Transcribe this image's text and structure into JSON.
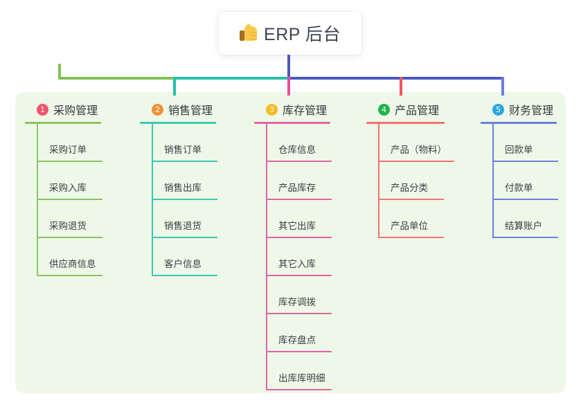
{
  "header": {
    "icon": "thumbs-up-icon",
    "title": "ERP 后台"
  },
  "panel": {
    "background_color": "#eef8e8"
  },
  "connector_colors": {
    "trunk": "#4c56c0",
    "bus_left": "#82c157",
    "bus_mid": "#26c2a8",
    "bus_right": "#4c56c0",
    "drop_1": "#82c157",
    "drop_2": "#26c2a8",
    "drop_3": "#ea4d9b",
    "drop_4": "#f0555a",
    "drop_5": "#6b7fdc"
  },
  "columns": [
    {
      "number": "1",
      "badge_color": "#f4536b",
      "line_color": "#8cc265",
      "title": "采购管理",
      "items": [
        {
          "label": "采购订单"
        },
        {
          "label": "采购入库"
        },
        {
          "label": "采购退货"
        },
        {
          "label": "供应商信息"
        }
      ]
    },
    {
      "number": "2",
      "badge_color": "#f29134",
      "line_color": "#3cc6b4",
      "title": "销售管理",
      "items": [
        {
          "label": "销售订单"
        },
        {
          "label": "销售出库"
        },
        {
          "label": "销售退货"
        },
        {
          "label": "客户信息"
        }
      ]
    },
    {
      "number": "3",
      "badge_color": "#f7bb23",
      "line_color": "#e361a8",
      "title": "库存管理",
      "items": [
        {
          "label": "仓库信息"
        },
        {
          "label": "产品库存"
        },
        {
          "label": "其它出库"
        },
        {
          "label": "其它入库"
        },
        {
          "label": "库存调拨"
        },
        {
          "label": "库存盘点"
        },
        {
          "label": "出库库明细"
        }
      ]
    },
    {
      "number": "4",
      "badge_color": "#21b24b",
      "line_color": "#f4726f",
      "title": "产品管理",
      "items": [
        {
          "label": "产品（物料）"
        },
        {
          "label": "产品分类"
        },
        {
          "label": "产品单位"
        }
      ]
    },
    {
      "number": "5",
      "badge_color": "#29a8e0",
      "line_color": "#6b7fdc",
      "title": "财务管理",
      "items": [
        {
          "label": "回款单"
        },
        {
          "label": "付款单"
        },
        {
          "label": "结算账户"
        }
      ]
    }
  ]
}
